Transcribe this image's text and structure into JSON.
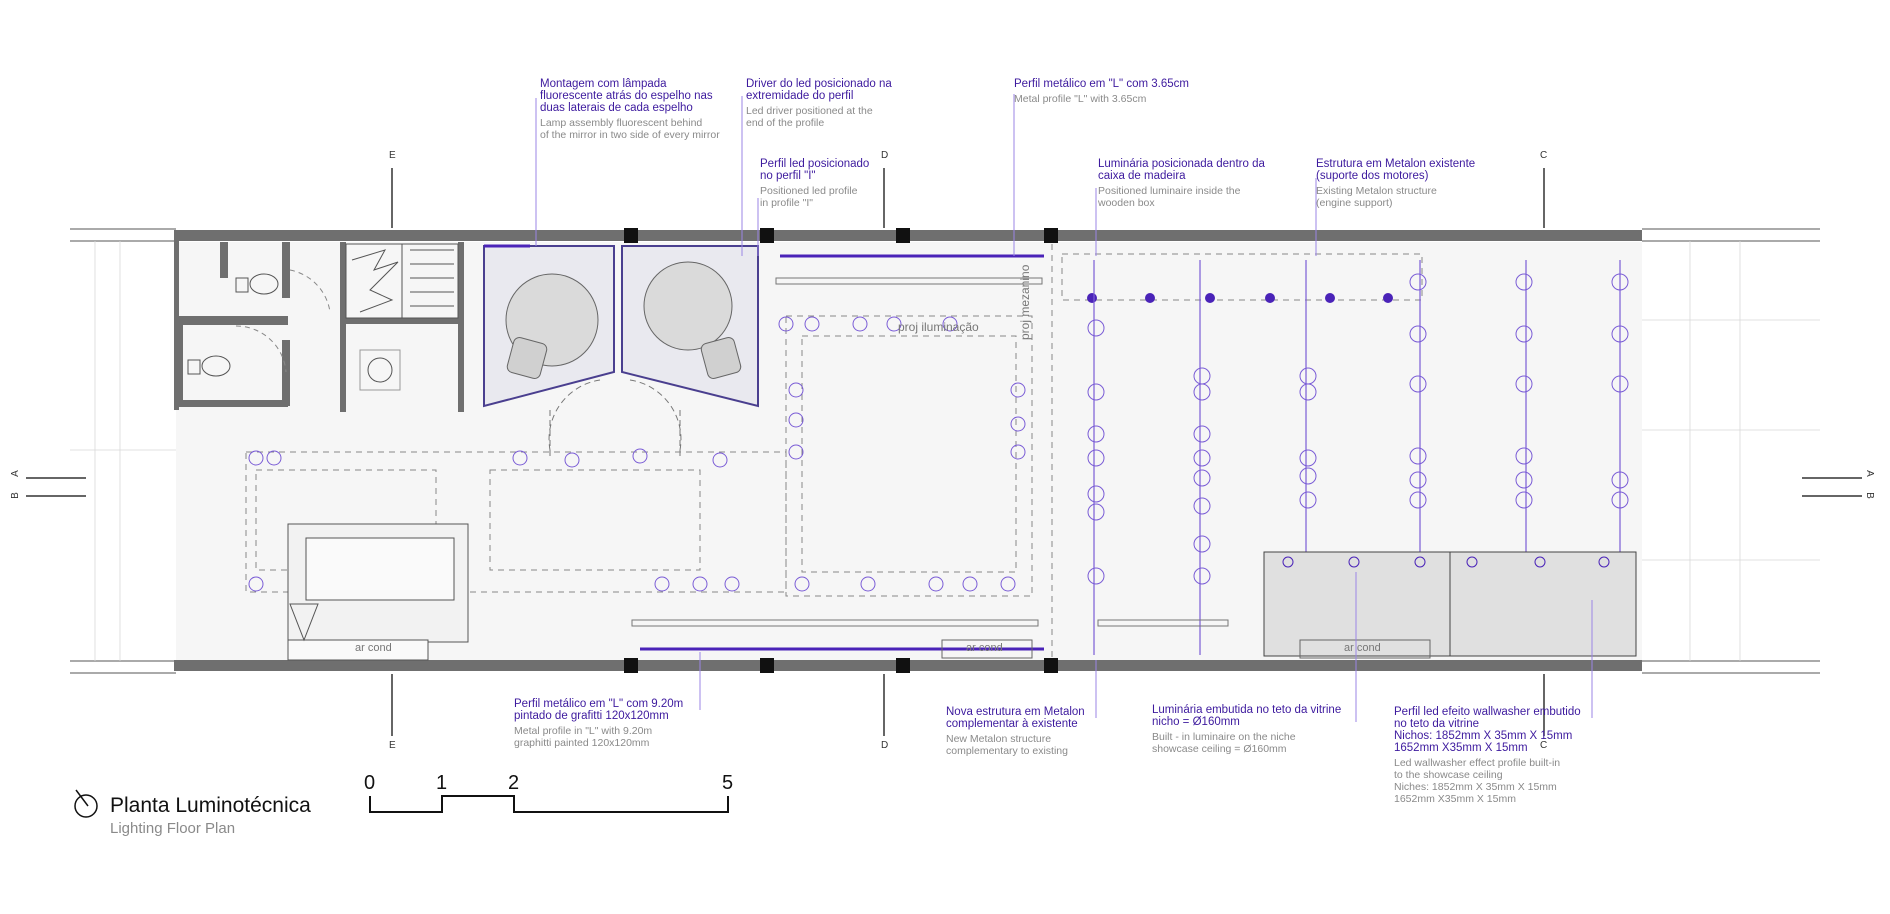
{
  "annotations": [
    {
      "id": "mirror-lamp",
      "pt": "Montagem com lâmpada\nfluorescente atrás do espelho nas\nduas laterais de cada espelho",
      "en": "Lamp assembly fluorescent behind\nof the mirror in two side of every mirror"
    },
    {
      "id": "led-driver",
      "pt": "Driver do led posicionado na\nextremidade do perfil",
      "en": "Led driver positioned at the\nend of the profile"
    },
    {
      "id": "metal-profile-365",
      "pt": "Perfil metálico em \"L\" com 3.65cm",
      "en": "Metal profile \"L\" with 3.65cm"
    },
    {
      "id": "led-profile-i",
      "pt": "Perfil led posicionado\nno perfil \"I\"",
      "en": "Positioned led profile\nin profile \"I\""
    },
    {
      "id": "luminaire-box",
      "pt": "Luminária posicionada dentro da\ncaixa de madeira",
      "en": "Positioned luminaire inside the\nwooden box"
    },
    {
      "id": "metalon-existing",
      "pt": "Estrutura em Metalon existente\n(suporte dos motores)",
      "en": "Existing Metalon structure\n(engine support)"
    },
    {
      "id": "metal-profile-920",
      "pt": "Perfil metálico em \"L\" com 9.20m\npintado de grafitti 120x120mm",
      "en": "Metal profile in \"L\" with 9.20m\ngraphitti painted 120x120mm"
    },
    {
      "id": "metalon-new",
      "pt": "Nova estrutura em Metalon\ncomplementar à existente",
      "en": "New Metalon structure\ncomplementary to existing"
    },
    {
      "id": "niche-luminaire",
      "pt": "Luminária embutida no teto da vitrine\nnicho = Ø160mm",
      "en": "Built - in luminaire on the niche\nshowcase ceiling = Ø160mm"
    },
    {
      "id": "wallwasher",
      "pt": "Perfil led efeito wallwasher embutido\nno teto da vitrine\nNichos: 1852mm X 35mm X 15mm\n1652mm X35mm X 15mm",
      "en": "Led wallwasher effect profile built-in\nto the showcase ceiling\nNiches: 1852mm X 35mm X 15mm\n1652mm X35mm X 15mm"
    }
  ],
  "plan_labels": {
    "proj_iluminacao": "proj iluminação",
    "proj_mezanino": "proj mezanino",
    "ar_cond_1": "ar cond",
    "ar_cond_2": "ar cond",
    "ar_cond_3": "ar cond"
  },
  "section_markers": {
    "e_top": "E",
    "d_top": "D",
    "c_top": "C",
    "e_bottom": "E",
    "d_bottom": "D",
    "c_bottom": "C",
    "a_left": "A",
    "b_left": "B",
    "a_right": "A",
    "b_right": "B"
  },
  "scale_bar": {
    "ticks": [
      "0",
      "1",
      "2",
      "5"
    ]
  },
  "title": {
    "pt": "Planta Luminotécnica",
    "en": "Lighting Floor Plan"
  },
  "colors": {
    "accent": "#3d1a9e",
    "accent_line": "#8b6fe0",
    "wall": "#6b6b6b",
    "dark": "#1a1a1a",
    "grey_text": "#8a8a8a"
  }
}
